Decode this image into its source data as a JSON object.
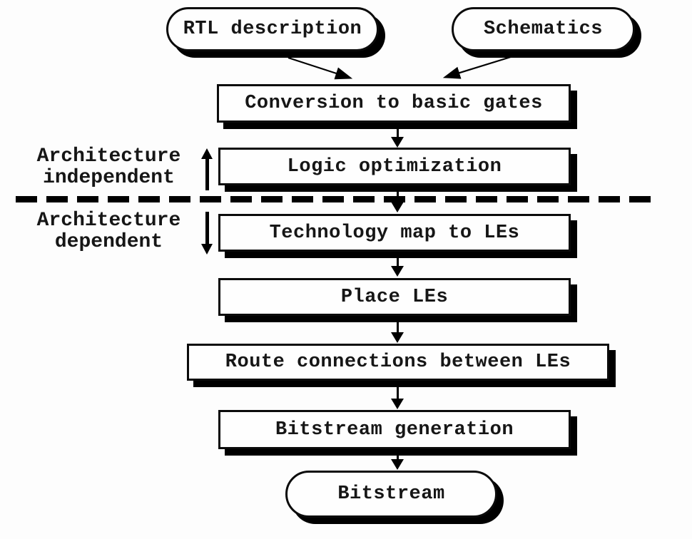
{
  "diagram": {
    "description": "FPGA CAD design flow",
    "nodes": {
      "rtl": {
        "label": "RTL description",
        "shape": "capsule"
      },
      "schematics": {
        "label": "Schematics",
        "shape": "capsule"
      },
      "conversion": {
        "label": "Conversion to basic gates",
        "shape": "rect"
      },
      "logic_opt": {
        "label": "Logic optimization",
        "shape": "rect"
      },
      "tech_map": {
        "label": "Technology map to LEs",
        "shape": "rect"
      },
      "place": {
        "label": "Place LEs",
        "shape": "rect"
      },
      "route": {
        "label": "Route connections between LEs",
        "shape": "rect"
      },
      "bitstream_gen": {
        "label": "Bitstream generation",
        "shape": "rect"
      },
      "bitstream": {
        "label": "Bitstream",
        "shape": "capsule"
      }
    },
    "edges": [
      "rtl -> conversion",
      "schematics -> conversion",
      "conversion -> logic_opt",
      "logic_opt -> tech_map",
      "tech_map -> place",
      "place -> route",
      "route -> bitstream_gen",
      "bitstream_gen -> bitstream"
    ],
    "annotations": {
      "independent": {
        "line1": "Architecture",
        "line2": "independent"
      },
      "dependent": {
        "line1": "Architecture",
        "line2": "dependent"
      }
    },
    "colors": {
      "ink": "#161616",
      "border": "#0b0b0b",
      "shadow": "#000000",
      "box_fill": "#fefefe",
      "background": "#fdfdfd"
    }
  }
}
